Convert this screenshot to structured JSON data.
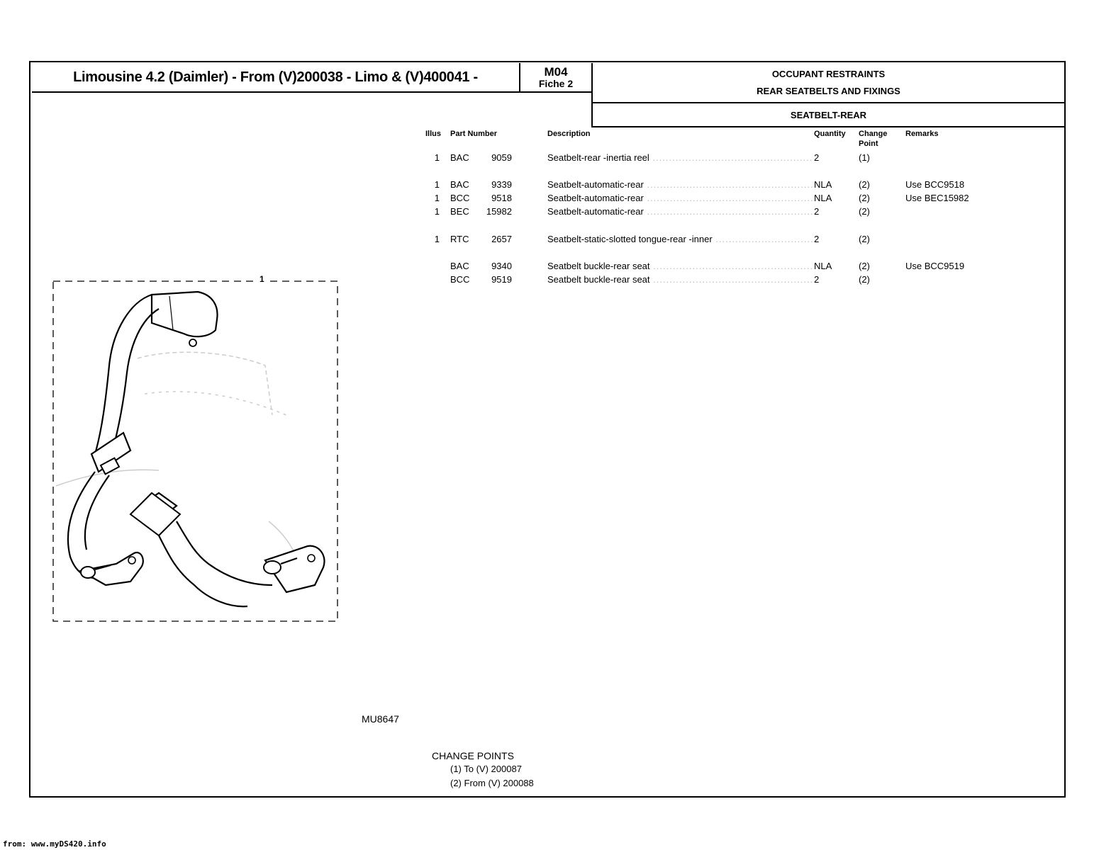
{
  "header": {
    "title": "Limousine 4.2 (Daimler) - From (V)200038 - Limo & (V)400041 -",
    "code": "M04",
    "fiche": "Fiche 2",
    "group": "OCCUPANT RESTRAINTS",
    "subgroup": "REAR SEATBELTS AND FIXINGS",
    "section": "SEATBELT-REAR"
  },
  "columns": {
    "illus": "Illus",
    "part_number": "Part Number",
    "description": "Description",
    "quantity": "Quantity",
    "change_point_1": "Change",
    "change_point_2": "Point",
    "remarks": "Remarks"
  },
  "parts": [
    {
      "illus": "1",
      "prefix": "BAC",
      "number": "9059",
      "description": "Seatbelt-rear -inertia reel",
      "quantity": "2",
      "change": "(1)",
      "remarks": ""
    },
    {
      "illus": "1",
      "prefix": "BAC",
      "number": "9339",
      "description": "Seatbelt-automatic-rear",
      "quantity": "NLA",
      "change": "(2)",
      "remarks": "Use BCC9518"
    },
    {
      "illus": "1",
      "prefix": "BCC",
      "number": "9518",
      "description": "Seatbelt-automatic-rear",
      "quantity": "NLA",
      "change": "(2)",
      "remarks": "Use BEC15982"
    },
    {
      "illus": "1",
      "prefix": "BEC",
      "number": "15982",
      "description": "Seatbelt-automatic-rear",
      "quantity": "2",
      "change": "(2)",
      "remarks": ""
    },
    {
      "illus": "1",
      "prefix": "RTC",
      "number": "2657",
      "description": "Seatbelt-static-slotted tongue-rear -inner",
      "quantity": "2",
      "change": "(2)",
      "remarks": ""
    },
    {
      "illus": "",
      "prefix": "BAC",
      "number": "9340",
      "description": "Seatbelt buckle-rear seat",
      "quantity": "NLA",
      "change": "(2)",
      "remarks": "Use BCC9519"
    },
    {
      "illus": "",
      "prefix": "BCC",
      "number": "9519",
      "description": "Seatbelt buckle-rear seat",
      "quantity": "2",
      "change": "(2)",
      "remarks": ""
    }
  ],
  "illustration": {
    "callout": "1",
    "figure_ref": "MU8647"
  },
  "change_points": {
    "title": "CHANGE POINTS",
    "items": [
      "(1) To (V) 200087",
      "(2) From (V) 200088"
    ]
  },
  "footer": "from: www.myDS420.info"
}
